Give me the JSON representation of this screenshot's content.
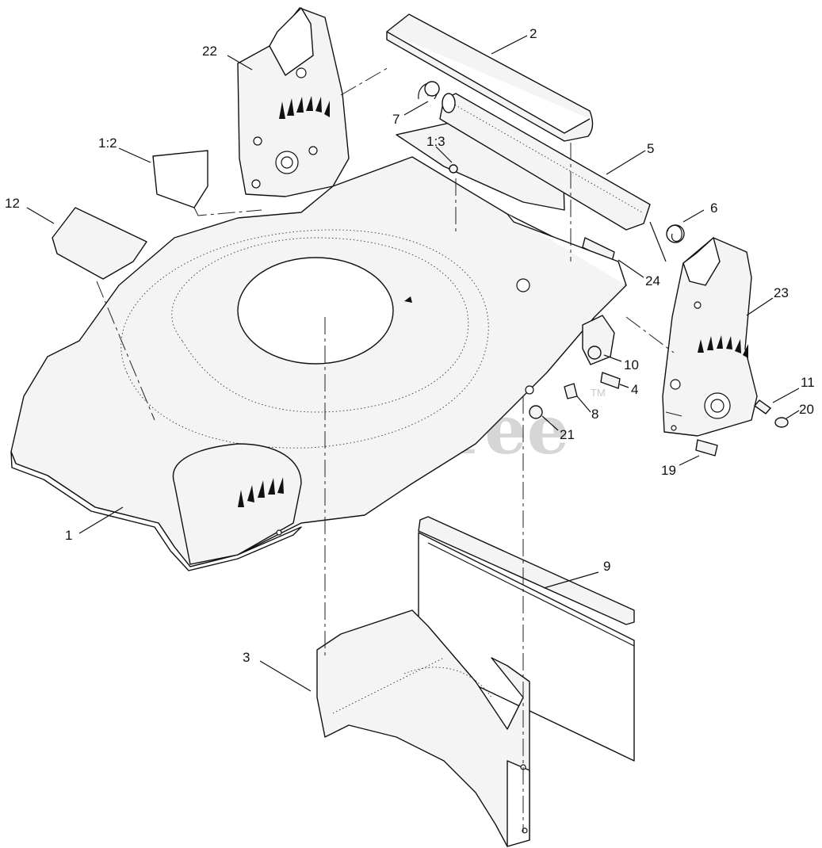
{
  "watermark": {
    "text": "PartsTree",
    "trademark": "TM"
  },
  "callouts": {
    "c1": "1",
    "c1_2": "1:2",
    "c1_3": "1:3",
    "c2": "2",
    "c3": "3",
    "c4": "4",
    "c5": "5",
    "c6": "6",
    "c7": "7",
    "c8": "8",
    "c9": "9",
    "c10": "10",
    "c11": "11",
    "c12": "12",
    "c19": "19",
    "c20": "20",
    "c21": "21",
    "c22": "22",
    "c23": "23",
    "c24": "24"
  },
  "colors": {
    "line": "#111111",
    "fill": "#f4f4f4",
    "watermark": "#d0d0d0"
  }
}
